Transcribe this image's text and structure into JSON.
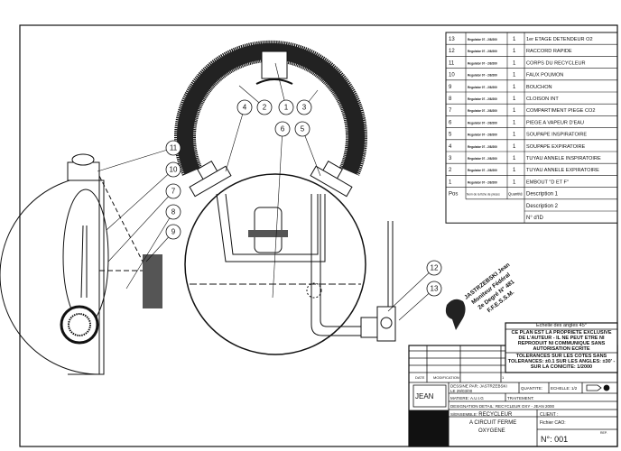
{
  "parts_table": {
    "rows": [
      {
        "pos": "13",
        "ref": "Regulator 07 - 2/8/200",
        "qty": "1",
        "desc": "1er ETAGE DETENDEUR O2"
      },
      {
        "pos": "12",
        "ref": "Regulator 07 - 2/8/200",
        "qty": "1",
        "desc": "RACCORD RAPIDE"
      },
      {
        "pos": "11",
        "ref": "Regulator 07 - 2/8/200",
        "qty": "1",
        "desc": "CORPS DU RECYCLEUR"
      },
      {
        "pos": "10",
        "ref": "Regulator 07 - 2/8/200",
        "qty": "1",
        "desc": "FAUX POUMON"
      },
      {
        "pos": "9",
        "ref": "Regulator 07 - 2/8/200",
        "qty": "1",
        "desc": "BOUCHON"
      },
      {
        "pos": "8",
        "ref": "Regulator 07 - 2/8/200",
        "qty": "1",
        "desc": "CLOISON INT"
      },
      {
        "pos": "7",
        "ref": "Regulator 07 - 2/8/200",
        "qty": "1",
        "desc": "COMPARTIMENT PIEGE CO2"
      },
      {
        "pos": "6",
        "ref": "Regulator 07 - 2/8/200",
        "qty": "1",
        "desc": "PIEGE A VAPEUR D'EAU"
      },
      {
        "pos": "5",
        "ref": "Regulator 07 - 2/8/200",
        "qty": "1",
        "desc": "SOUPAPE INSPIRATOIRE"
      },
      {
        "pos": "4",
        "ref": "Regulator 07 - 2/8/200",
        "qty": "1",
        "desc": "SOUPAPE EXPIRATOIRE"
      },
      {
        "pos": "3",
        "ref": "Regulator 07 - 2/8/200",
        "qty": "1",
        "desc": "TUYAU ANNELE INSPIRATOIRE"
      },
      {
        "pos": "2",
        "ref": "Regulator 07 - 2/8/200",
        "qty": "1",
        "desc": "TUYAU ANNELE EXPIRATOIRE"
      },
      {
        "pos": "1",
        "ref": "Regulator 07 - 2/8/200",
        "qty": "1",
        "desc": "EMBOUT \"D ET F\""
      }
    ],
    "header": {
      "pos": "Pos",
      "ref": "Nom de la fiche de pièces",
      "qty": "Quantité",
      "desc1": "Description 1",
      "desc2": "Description 2",
      "id": "N° d'ID"
    }
  },
  "balloons": [
    "1",
    "2",
    "3",
    "4",
    "5",
    "6",
    "7",
    "8",
    "9",
    "10",
    "11",
    "12",
    "13"
  ],
  "stamp": {
    "line1": "JASTRZEBSKI Jean",
    "line2": "Moniteur Fédéral",
    "line3": "2e Degré N° 481",
    "line4": "F.F.E.S.S.M."
  },
  "title_block": {
    "notice_head": "Echelle des angles 45°",
    "notice": "CE PLAN EST LA PROPRIETE EXCLUSIVE DE L'AUTEUR - IL NE PEUT ETRE NI REPRODUIT NI COMMUNIQUE SANS AUTORISATION ECRITE",
    "tolerances": "TOLERANCES SUR LES COTES SANS TOLERANCES: ±0.1 SUR LES ANGLES: ±30' - SUR LA CONICITE: 1/2000",
    "date_label": "DATE",
    "modif_label": "MODIFICATION",
    "index": "1",
    "author_name": "JEAN",
    "drawn_by_label": "DESSINE PAR:",
    "drawn_by": "JASTRZEBSKI",
    "date_prefix": "LE",
    "date": "29/03/00",
    "quantity_label": "QUANTITE:",
    "scale_label": "ECHELLE:",
    "scale": "1/2",
    "material_label": "MATIERE:",
    "material": "A.U.I.G",
    "treatment_label": "TRAITEMENT:",
    "designation_label": "DESIGNATION DETAIL:",
    "designation": "RECYCLEUR OXY - JEAN 2000",
    "assembly_label": "S/ENSEMBLE:",
    "assembly_l1": "RECYCLEUR",
    "assembly_l2": "A CIRCUIT FERME",
    "assembly_l3": "OXYGENE",
    "client_label": "CLIENT :",
    "file_label": "Fichier CAO:",
    "rep_label": "REP.",
    "number": "N°: 001"
  }
}
